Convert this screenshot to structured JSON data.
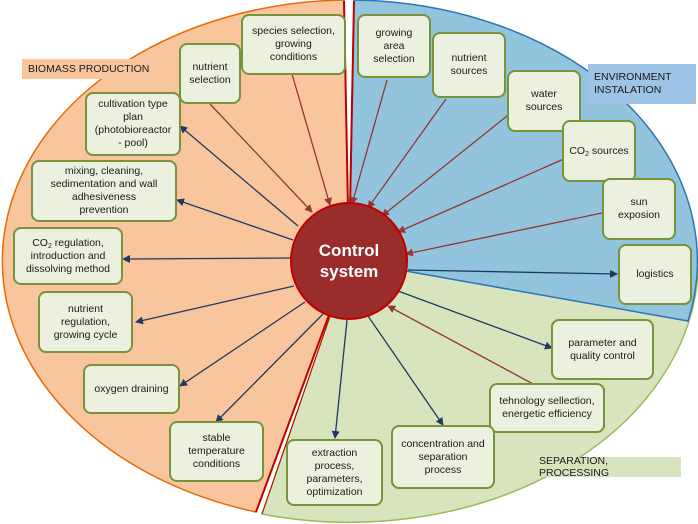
{
  "center": {
    "title": "Control\nsystem"
  },
  "sections": {
    "biomass": "BIOMASS PRODUCTION",
    "environment": "ENVIRONMENT\nINSTALATION",
    "separation": "SEPARATION, PROCESSING"
  },
  "colors": {
    "biomass": "#f9c59c",
    "environment": "#9dc3e6",
    "separation": "#d7e4bd",
    "box_fill": "#ebf1de",
    "box_border": "#77933c",
    "center": "#9b2c2c",
    "incoming_arrow": "#953735",
    "outgoing_arrow": "#1f3864"
  },
  "boxes": {
    "species": "species selection,\ngrowing\nconditions",
    "nutrient_selection": "nutrient\nselection",
    "cultivation": "cultivation type\nplan\n(photobioreactor\n- pool)",
    "mixing": "mixing, cleaning,\nsedimentation and wall\nadhesiveness\nprevention",
    "co2_reg": {
      "pre": "CO",
      "sub": "2",
      "post": " regulation,\nintroduction and\ndissolving method"
    },
    "nutrient_reg": "nutrient\nregulation,\ngrowing cycle",
    "oxygen": "oxygen draining",
    "temperature": "stable\ntemperature\nconditions",
    "growing_area": "growing\narea\nselection",
    "nutrient_sources": "nutrient\nsources",
    "water": "water\nsources",
    "co2_sources": {
      "pre": "CO",
      "sub": "2",
      "post": " sources"
    },
    "sun": "sun\nexposion",
    "logistics": "logistics",
    "parameter": "parameter and\nquality control",
    "tehnology": "tehnology sellection,\nenergetic efficiency",
    "concentration": "concentration and\nseparation\nprocess",
    "extraction": "extraction\nprocess,\nparameters,\noptimization"
  }
}
